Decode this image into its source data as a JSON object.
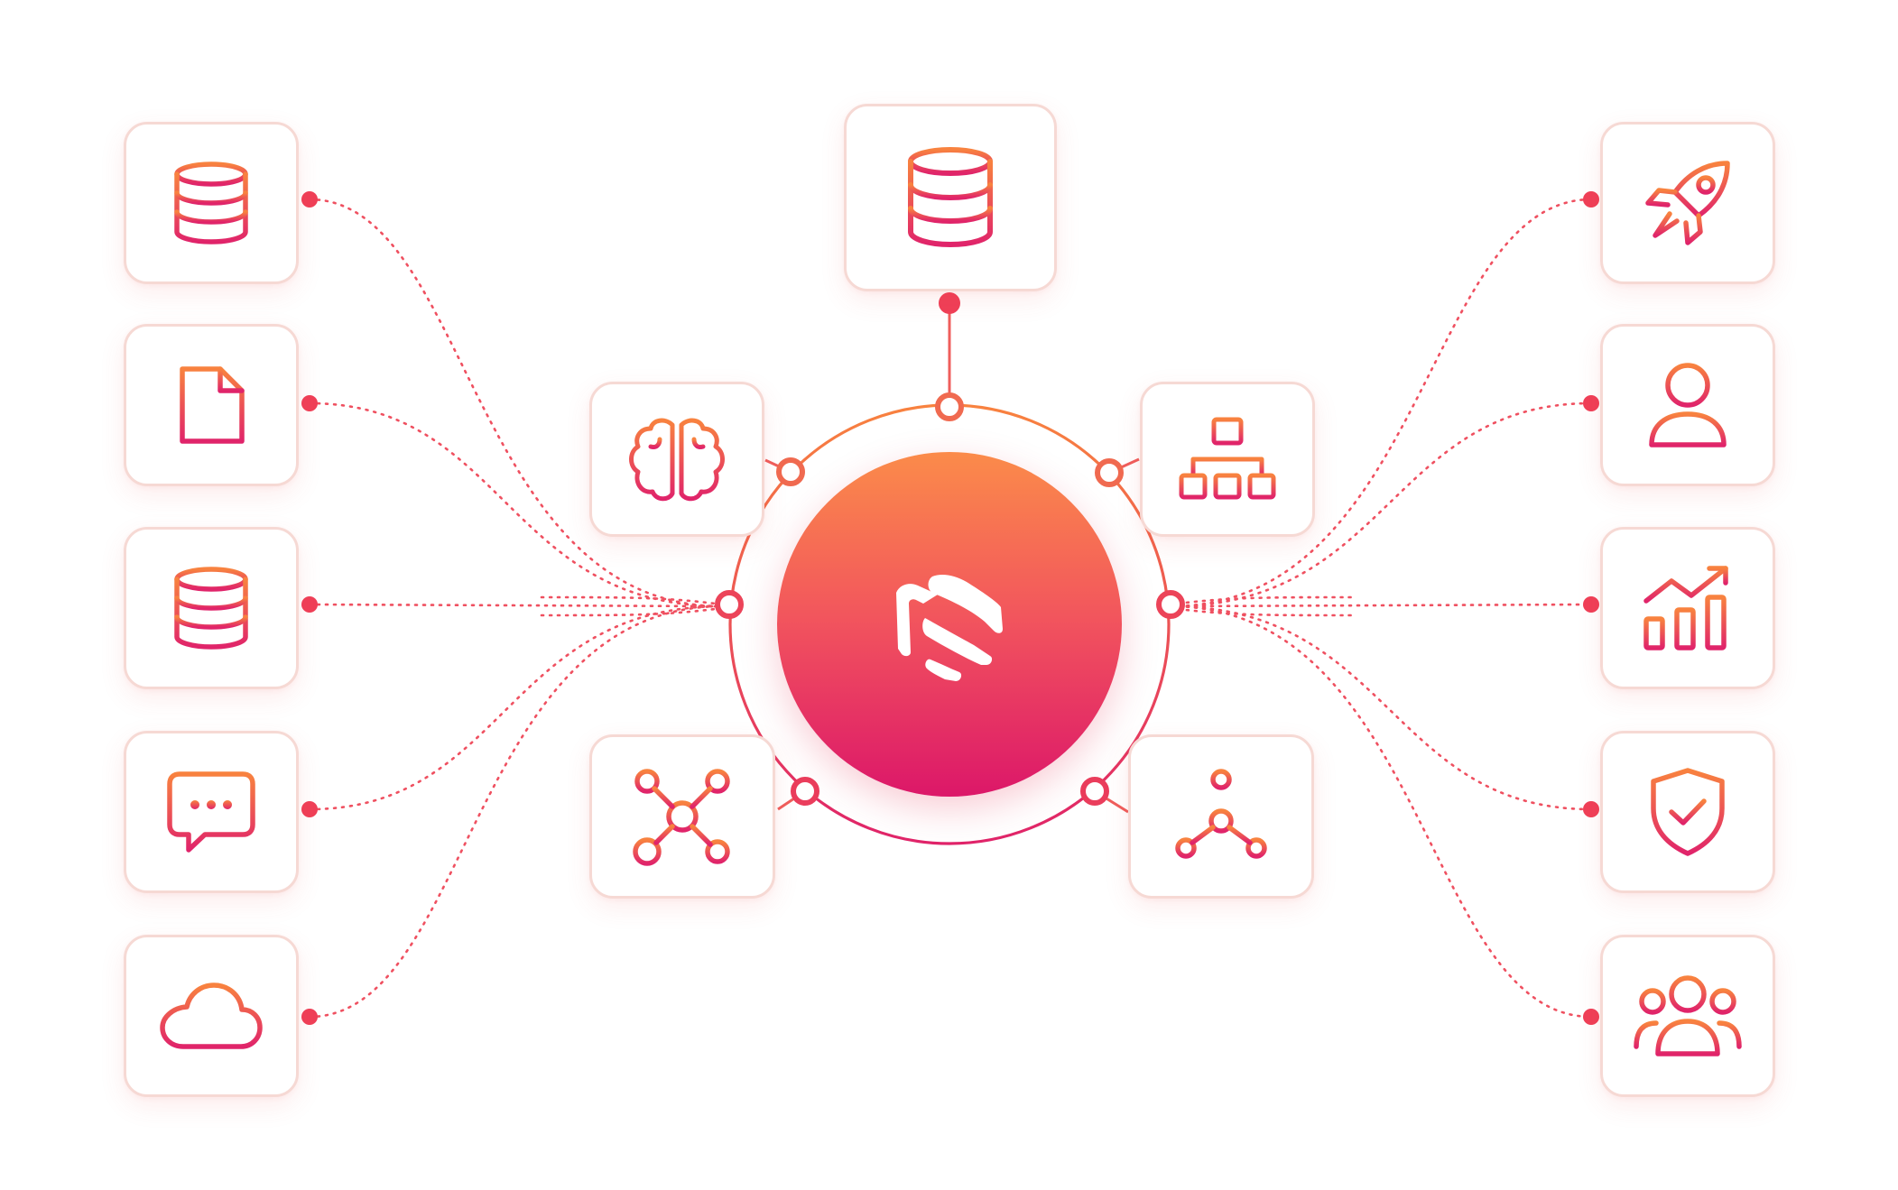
{
  "colors": {
    "gradient_start": "#f8823f",
    "gradient_end": "#e0246a",
    "connector": "#ee3f58",
    "card_border": "#f6d9d4",
    "hub_top": "#fb8b4a",
    "hub_bottom": "#dc1769"
  },
  "hub": {
    "icon": "platform-logo-icon"
  },
  "sources": [
    {
      "icon": "database-icon"
    },
    {
      "icon": "document-icon"
    },
    {
      "icon": "database-icon"
    },
    {
      "icon": "chat-bubble-icon"
    },
    {
      "icon": "cloud-icon"
    }
  ],
  "outcomes": [
    {
      "icon": "rocket-icon"
    },
    {
      "icon": "user-icon"
    },
    {
      "icon": "growth-chart-icon"
    },
    {
      "icon": "shield-check-icon"
    },
    {
      "icon": "team-icon"
    }
  ],
  "satellites": [
    {
      "position": "top",
      "icon": "database-icon"
    },
    {
      "position": "upper-left",
      "icon": "brain-icon"
    },
    {
      "position": "upper-right",
      "icon": "hierarchy-icon"
    },
    {
      "position": "lower-left",
      "icon": "network-icon"
    },
    {
      "position": "lower-right",
      "icon": "branch-nodes-icon"
    }
  ]
}
